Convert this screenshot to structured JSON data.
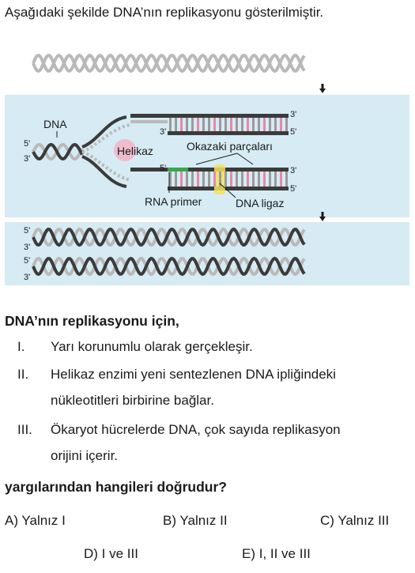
{
  "intro": "Aşağıdaki şekilde DNA’nın replikasyonu gösterilmiştir.",
  "figure": {
    "dna_label": "DNA",
    "helikaz": "Helikaz",
    "okazaki": "Okazaki parçaları",
    "rna_primer": "RNA primer",
    "dna_ligaz": "DNA ligaz",
    "five_prime": "5'",
    "three_prime": "3'"
  },
  "question": {
    "stem": "DNA’nın replikasyonu için,",
    "statements": [
      {
        "num": "I.",
        "lines": [
          "Yarı korunumlu olarak gerçekleşir."
        ]
      },
      {
        "num": "II.",
        "lines": [
          "Helikaz enzimi yeni sentezlenen DNA ipliğindeki",
          "nükleotitleri birbirine bağlar."
        ]
      },
      {
        "num": "III.",
        "lines": [
          "Ökaryot hücrelerde DNA, çok sayıda replikasyon",
          "orijini içerir."
        ]
      }
    ],
    "ask": "yargılarından hangileri doğrudur?",
    "options": {
      "A": "A) Yalnız I",
      "B": "B) Yalnız II",
      "C": "C) Yalnız III",
      "D": "D) I ve III",
      "E": "E) I, II ve III"
    }
  },
  "colors": {
    "panel": "#d6ebf3",
    "strand_dark": "#3b3b3b",
    "strand_gray": "#b9b9b9",
    "rung_pink": "#e48aa6",
    "primer_green": "#3aa84a",
    "ligase_yellow": "#f3e35a",
    "helicase_pink": "#f2b7c7"
  }
}
